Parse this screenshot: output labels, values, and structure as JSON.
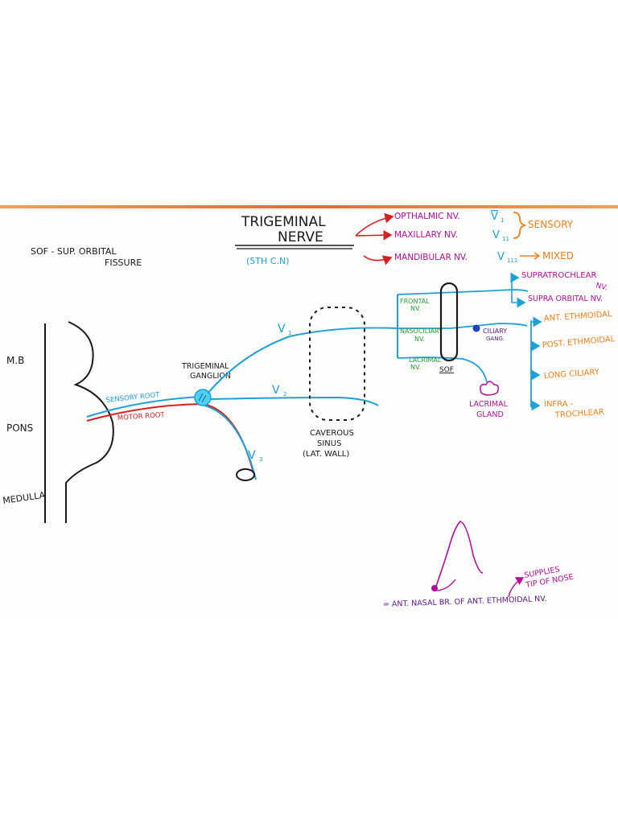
{
  "colors": {
    "ink": "#1a1a1a",
    "nerve_blue": "#1fa0d8",
    "motor_red": "#d42020",
    "green": "#2a9a3a",
    "orange": "#f08020",
    "magenta": "#b0109a",
    "purple": "#5a1a8a",
    "ganglion": "#4fd0f0"
  },
  "legend_sof": {
    "line1": "SOF - SUP. ORBITAL",
    "line2": "FISSURE"
  },
  "title": {
    "line1": "TRIGEMINAL",
    "line2": "NERVE",
    "sub": "(5TH C.N)"
  },
  "divisions": [
    {
      "label": "OPTHALMIC NV.",
      "numeral": "V",
      "sub": "1"
    },
    {
      "label": "MAXILLARY NV.",
      "numeral": "V",
      "sub": "11"
    },
    {
      "label": "MANDIBULAR NV.",
      "numeral": "V",
      "sub": "111"
    }
  ],
  "division_types": {
    "sensory": "SENSORY",
    "mixed": "MIXED"
  },
  "brainstem": {
    "mb": "M.B",
    "pons": "PONS",
    "medulla": "MEDULLA"
  },
  "roots": {
    "sensory": "SENSORY ROOT",
    "motor": "MOTOR ROOT"
  },
  "ganglion": {
    "line1": "TRIGEMINAL",
    "line2": "GANGLION"
  },
  "branch_labels": {
    "v1": "V",
    "v1_sub": "1",
    "v2": "V",
    "v2_sub": "2",
    "v3": "V",
    "v3_sub": "3"
  },
  "cavernous": {
    "line1": "CAVEROUS",
    "line2": "SINUS",
    "line3": "(LAT. WALL)"
  },
  "ophthalmic_branches": {
    "frontal": {
      "line1": "FRONTAL",
      "line2": "NV."
    },
    "nasociliary": {
      "line1": "NASOCILIARY",
      "line2": "NV."
    },
    "lacrimal": {
      "line1": "LACRIMAL",
      "line2": "NV."
    }
  },
  "sof_label": "SOF",
  "ciliary": {
    "line1": "CILIARY",
    "line2": "GANG."
  },
  "lacrimal_gland": {
    "line1": "LACRIMAL",
    "line2": "GLAND"
  },
  "frontal_branches": [
    {
      "line1": "SUPRATROCHLEAR",
      "line2": "NV."
    },
    {
      "line1": "SUPRA ORBITAL NV.",
      "line2": ""
    }
  ],
  "nasociliary_branches": [
    {
      "line1": "ANT. ETHMOIDAL",
      "line2": ""
    },
    {
      "line1": "POST. ETHMOIDAL",
      "line2": ""
    },
    {
      "line1": "LONG CILIARY",
      "line2": ""
    },
    {
      "line1": "INFRA -",
      "line2": "TROCHLEAR"
    }
  ],
  "nose_note": {
    "caption": "= ANT. NASAL BR. OF ANT. ETHMOIDAL NV.",
    "supplies_line1": "SUPPLIES",
    "supplies_line2": "TIP OF NOSE"
  }
}
